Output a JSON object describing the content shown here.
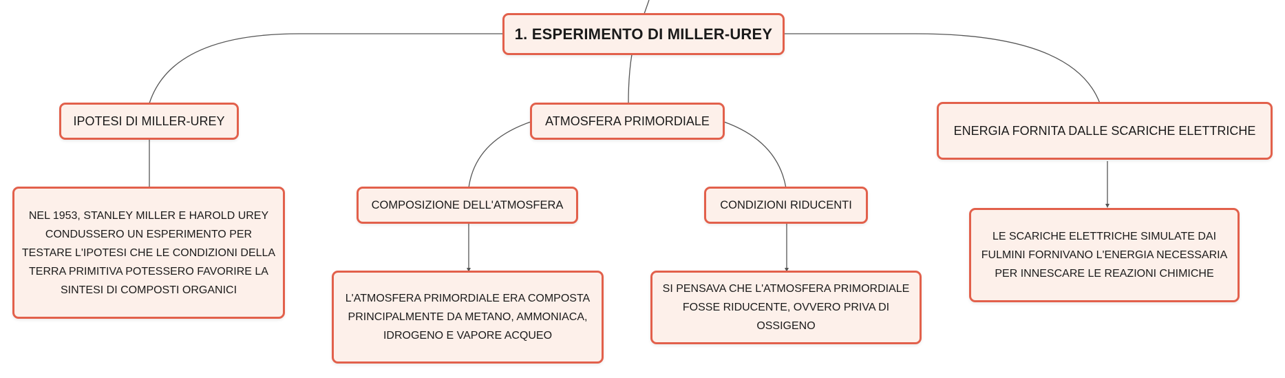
{
  "map": {
    "root": "1. ESPERIMENTO DI MILLER-UREY",
    "hypothesis": {
      "title": "IPOTESI DI MILLER-UREY",
      "text": "NEL 1953, STANLEY MILLER E HAROLD UREY CONDUSSERO UN ESPERIMENTO PER TESTARE L'IPOTESI CHE LE CONDIZIONI DELLA TERRA PRIMITIVA POTESSERO FAVORIRE LA SINTESI DI COMPOSTI ORGANICI"
    },
    "atmosphere": {
      "title": "ATMOSFERA PRIMORDIALE",
      "composition": {
        "title": "COMPOSIZIONE DELL'ATMOSFERA",
        "text": "L'ATMOSFERA PRIMORDIALE ERA COMPOSTA PRINCIPALMENTE DA METANO, AMMONIACA, IDROGENO E VAPORE ACQUEO"
      },
      "conditions": {
        "title": "CONDIZIONI RIDUCENTI",
        "text": "SI PENSAVA CHE L'ATMOSFERA PRIMORDIALE FOSSE RIDUCENTE, OVVERO PRIVA DI OSSIGENO"
      }
    },
    "energy": {
      "title": "ENERGIA FORNITA DALLE SCARICHE ELETTRICHE",
      "text": "LE SCARICHE ELETTRICHE SIMULATE DAI FULMINI FORNIVANO L'ENERGIA NECESSARIA PER INNESCARE LE REAZIONI CHIMICHE"
    }
  },
  "colors": {
    "node_border": "#e2604b",
    "node_fill": "#fdf0ea",
    "connector": "#555555"
  }
}
